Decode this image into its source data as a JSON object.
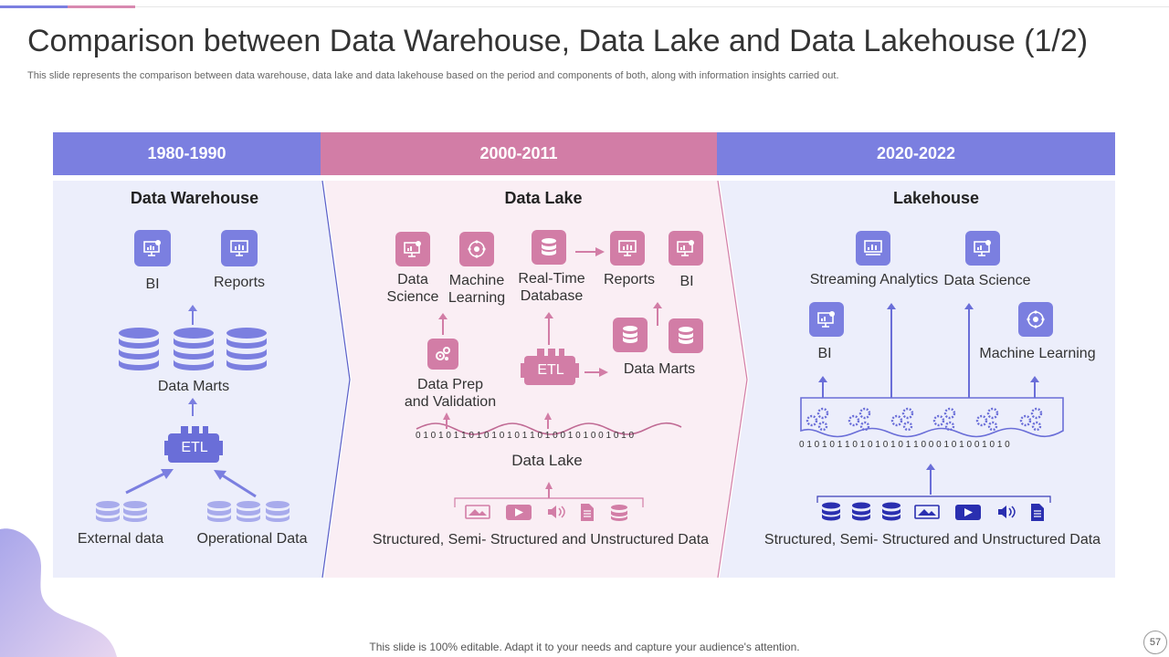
{
  "header": {
    "title": "Comparison between Data Warehouse, Data Lake and Data Lakehouse (1/2)",
    "subtitle": "This slide represents the comparison between data warehouse, data lake and data lakehouse based on the period and components of both, along with information insights carried out."
  },
  "eras": [
    {
      "label": "1980-1990",
      "color": "#7b7fe0"
    },
    {
      "label": "2000-2011",
      "color": "#d27da6"
    },
    {
      "label": "2020-2022",
      "color": "#7b7fe0"
    }
  ],
  "warehouse": {
    "title": "Data Warehouse",
    "bi": "BI",
    "reports": "Reports",
    "data_marts": "Data Marts",
    "etl": "ETL",
    "external": "External data",
    "operational": "Operational Data"
  },
  "lake": {
    "title": "Data Lake",
    "data_science": "Data\nScience",
    "machine_learning": "Machine\nLearning",
    "realtime_db": "Real-Time\nDatabase",
    "reports": "Reports",
    "bi": "BI",
    "data_prep": "Data Prep\nand Validation",
    "etl": "ETL",
    "data_marts": "Data Marts",
    "bits": "0 1 0 1 0 1 1 0 1 0 1 0 1 0 1 1 0 1 0 0 1 0 1 0 0 1 0 1 0",
    "data_lake_label": "Data Lake",
    "sources": "Structured,  Semi- Structured  and Unstructured  Data"
  },
  "lakehouse": {
    "title": "Lakehouse",
    "streaming": "Streaming Analytics",
    "data_science": "Data Science",
    "bi": "BI",
    "machine_learning": "Machine Learning",
    "bits": "0 1 0 1 0 1 1 0 1 0 1 0 1 0 1 1 0 0 0 1 0 1 0 0 1 0 1 0",
    "sources": "Structured,  Semi- Structured  and Unstructured  Data"
  },
  "footer": {
    "text": "This slide is 100% editable. Adapt it to your needs and capture your audience's attention.",
    "page": "57"
  }
}
